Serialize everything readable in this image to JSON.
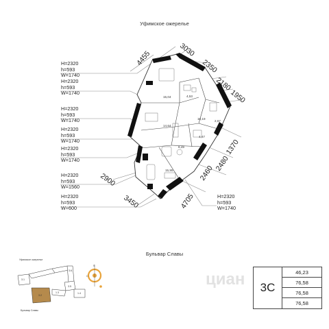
{
  "streets": {
    "top": "Уфимское ожерелье",
    "bottom": "Бульвар Славы"
  },
  "window_specs": [
    [
      "H=2320",
      "h=593",
      "W=1740"
    ],
    [
      "H=2320",
      "h=593",
      "W=1740"
    ],
    [
      "H=2320",
      "h=593",
      "W=1740"
    ],
    [
      "H=2320",
      "h=593",
      "W=1740"
    ],
    [
      "H=2320",
      "h=593",
      "W=1560"
    ],
    [
      "H=2320",
      "h=593",
      "W=600"
    ],
    [
      "H=2320",
      "h=593",
      "W=1740"
    ]
  ],
  "dimensions": {
    "d4455": "4455",
    "d3030": "3030",
    "d2350": "2350",
    "d2180": "2180",
    "d1950": "1950",
    "d1370": "1370",
    "d2480": "2480",
    "d2460": "2460",
    "d4705": "4705",
    "d2900": "2900",
    "d3450": "3450"
  },
  "rooms": {
    "r1": "15,04",
    "r2": "4,53",
    "r3": "10,19",
    "r4": "2,67",
    "r5": "14,64",
    "r6": "8,49",
    "r7": "4,47",
    "r8": "15,95"
  },
  "site_plan": {
    "street_top": "Уфимское ожерелье",
    "street_bottom": "Бульвар Славы",
    "sections": [
      "3.1",
      "3.2",
      "1.3",
      "1.4",
      "3.6",
      "3.5"
    ],
    "compass": [
      "S",
      "C"
    ]
  },
  "watermark": "циан",
  "apartment": {
    "type": "3С",
    "areas": [
      "46,23",
      "76,58",
      "76,58",
      "76,58"
    ]
  },
  "colors": {
    "wall": "#111111",
    "line": "#8a8a8a",
    "highlight": "#b58a4c",
    "accent": "#e8a33a"
  }
}
